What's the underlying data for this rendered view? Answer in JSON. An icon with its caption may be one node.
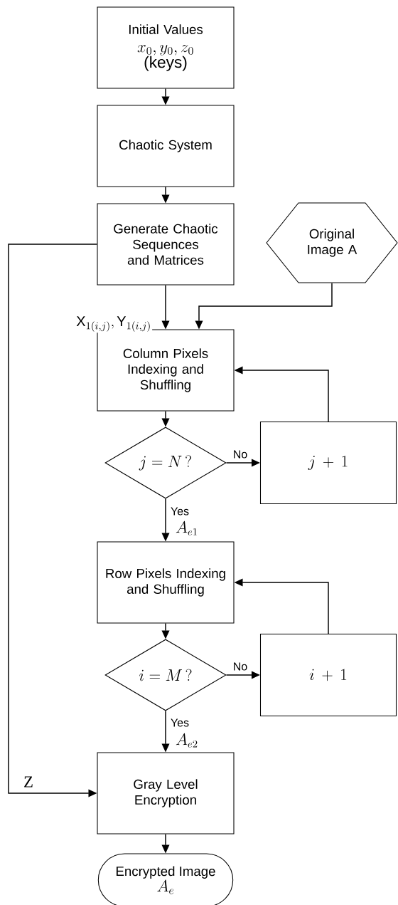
{
  "diagram": {
    "nodes": [
      {
        "text": [
          "Initial Values",
          "x_0, y_0, z_0",
          "(keys)"
        ]
      },
      {
        "text": [
          "Chaotic System"
        ]
      },
      {
        "text": [
          "Generate Chaotic Sequences and Matrices"
        ]
      },
      {
        "text": [
          "Original Image A"
        ]
      },
      {
        "text": [
          "Column Pixels Indexing and Shuffling"
        ]
      },
      {
        "text": [
          "j = N\\,?"
        ]
      },
      {
        "text": [
          "j + 1"
        ]
      },
      {
        "text": [
          "Row Pixels Indexing and Shuffling"
        ]
      },
      {
        "text": [
          "i = M\\,?"
        ]
      },
      {
        "text": [
          "i + 1"
        ]
      },
      {
        "text": [
          "Gray Level Encryption"
        ]
      },
      {
        "text": [
          "Encrypted Image",
          "A_e"
        ]
      }
    ],
    "edges": [
      {
        "from": 0,
        "to": 1,
        "arrow": "to"
      },
      {
        "from": 1,
        "to": 2,
        "arrow": "to"
      },
      {
        "from": 2,
        "to": 4,
        "arrow": "to",
        "label": "\\mathrm{X}_{1(i,j)}, \\mathrm{Y}_{1(i,j)}"
      },
      {
        "from": 3,
        "to": 4,
        "arrow": "to"
      },
      {
        "from": 4,
        "to": 5,
        "arrow": "to"
      },
      {
        "from": 5,
        "to": 6,
        "arrow": "to",
        "label": "No"
      },
      {
        "from": 6,
        "to": 4,
        "arrow": "to"
      },
      {
        "from": 5,
        "to": 7,
        "arrow": "to",
        "label": "Yes"
      },
      {
        "from": 7,
        "to": 8,
        "arrow": "to"
      },
      {
        "from": 8,
        "to": 9,
        "arrow": "to",
        "label": "No"
      },
      {
        "from": 9,
        "to": 7,
        "arrow": "to"
      },
      {
        "from": 8,
        "to": 10,
        "arrow": "to",
        "label": "Yes"
      },
      {
        "from": 2,
        "to": 10,
        "arrow": "to",
        "label": "Z"
      },
      {
        "from": 10,
        "to": 11,
        "arrow": "to"
      }
    ],
    "labels": [
      "A_{e1}",
      "A_{e2}"
    ]
  }
}
